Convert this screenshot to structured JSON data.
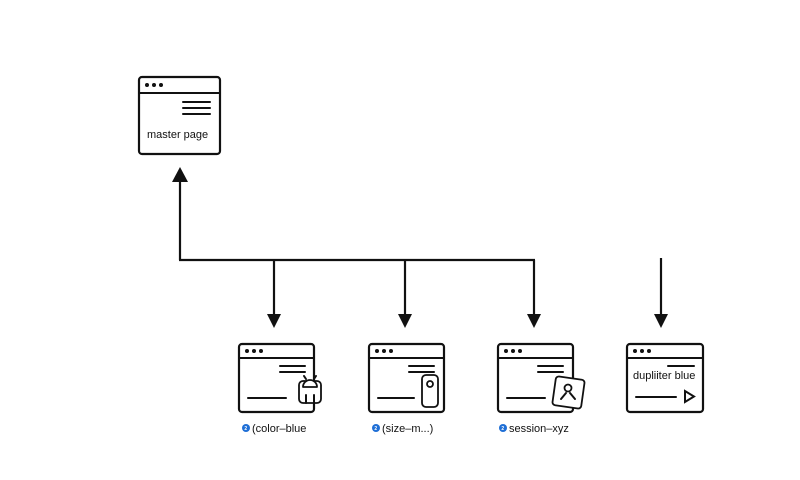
{
  "master": {
    "label": "master page"
  },
  "variants": [
    {
      "caption": "(color–blue",
      "badge": "2"
    },
    {
      "caption": "(size–m...)",
      "badge": "2"
    },
    {
      "caption": "session–xyz",
      "badge": "2"
    }
  ],
  "detached": {
    "label": "dupliiter blue"
  },
  "colors": {
    "stroke": "#111111",
    "badge": "#1f6fd6",
    "background": "#ffffff"
  },
  "icons": {
    "variant_1": "android-robot-icon",
    "variant_2": "phone-device-icon",
    "variant_3": "user-profile-icon",
    "detached": "play-triangle-icon"
  }
}
